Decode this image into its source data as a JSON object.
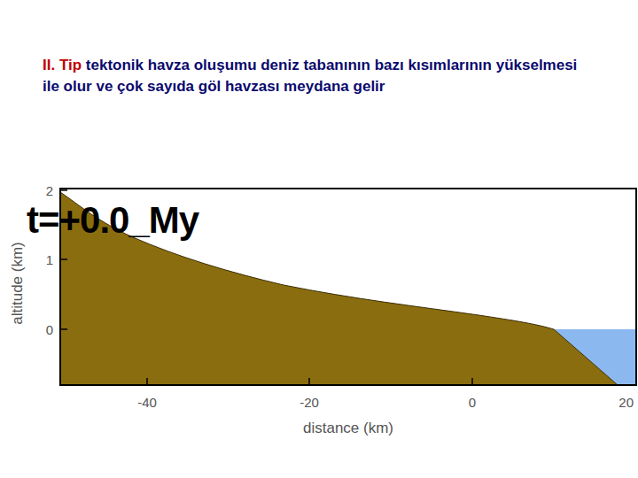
{
  "diagram": {
    "labels": [
      "II. Tip",
      "tektonik havza oluşumu deniz tabanının bazı kısımlarının yükselmesi ile olur ve çok sayıda göl havzası meydana gelir",
      "t=+0.0_My",
      "altitude (km)",
      "distance (km)",
      "2",
      "1",
      "0",
      "-40",
      "-20",
      "0",
      "20"
    ]
  }
}
